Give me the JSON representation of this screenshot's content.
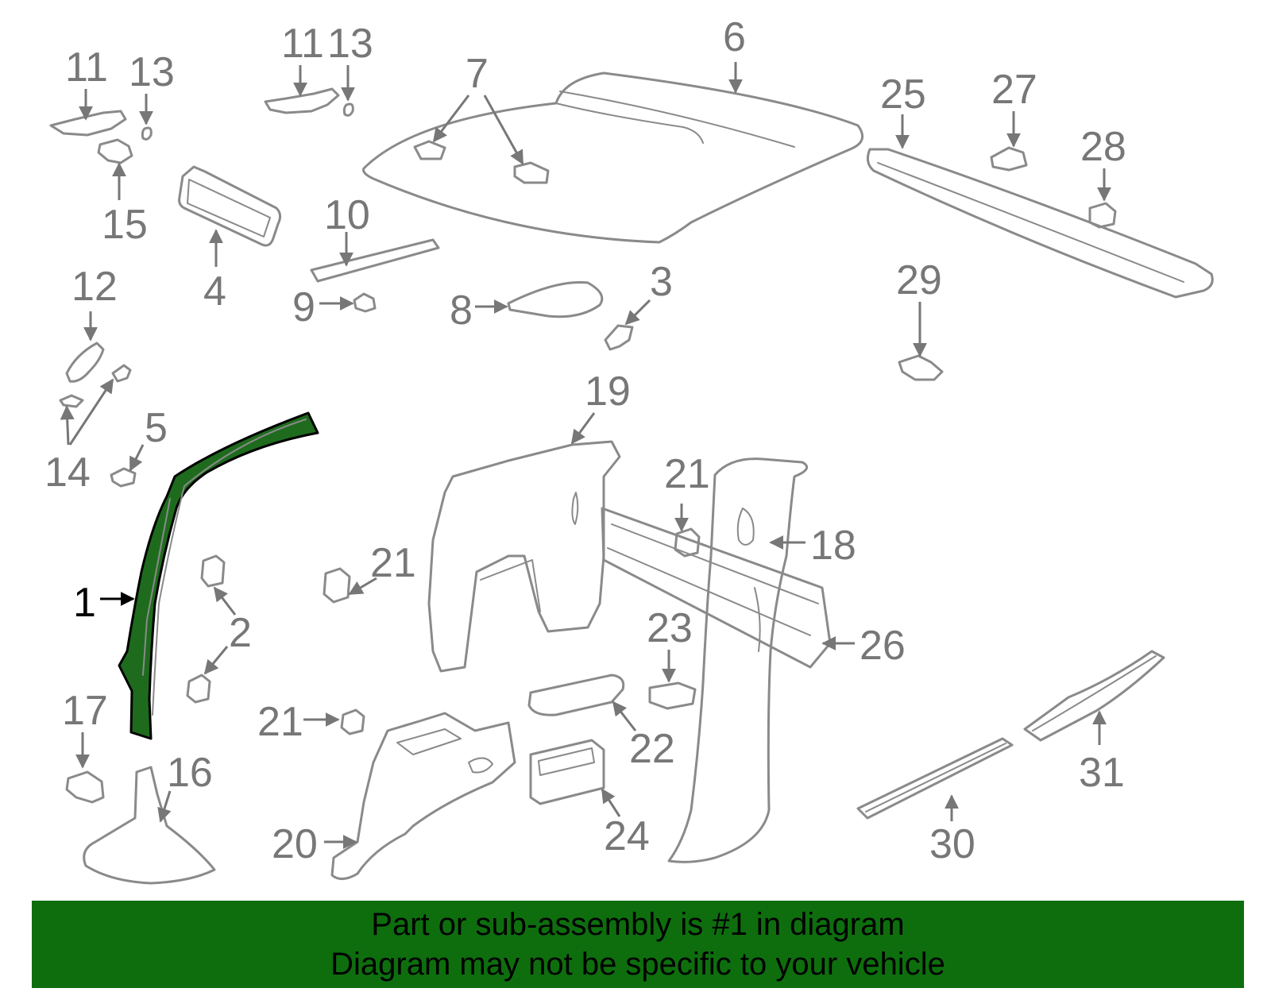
{
  "colors": {
    "highlight": "#1e6b1e",
    "banner": "#0e6e0e",
    "outline": "#8a8a8a",
    "label": "#777777"
  },
  "labels": {
    "l1": "1",
    "l2": "2",
    "l3": "3",
    "l4": "4",
    "l5": "5",
    "l6": "6",
    "l7": "7",
    "l8": "8",
    "l9": "9",
    "l10": "10",
    "l11a": "11",
    "l11b": "11",
    "l12": "12",
    "l13a": "13",
    "l13b": "13",
    "l14": "14",
    "l15": "15",
    "l16": "16",
    "l17": "17",
    "l18": "18",
    "l19": "19",
    "l20": "20",
    "l21a": "21",
    "l21b": "21",
    "l21c": "21",
    "l22": "22",
    "l23": "23",
    "l24": "24",
    "l25": "25",
    "l26": "26",
    "l27": "27",
    "l28": "28",
    "l29": "29",
    "l30": "30",
    "l31": "31"
  },
  "banner": {
    "line1": "Part or sub-assembly is #1 in diagram",
    "line2": "Diagram may not be specific to your vehicle"
  }
}
